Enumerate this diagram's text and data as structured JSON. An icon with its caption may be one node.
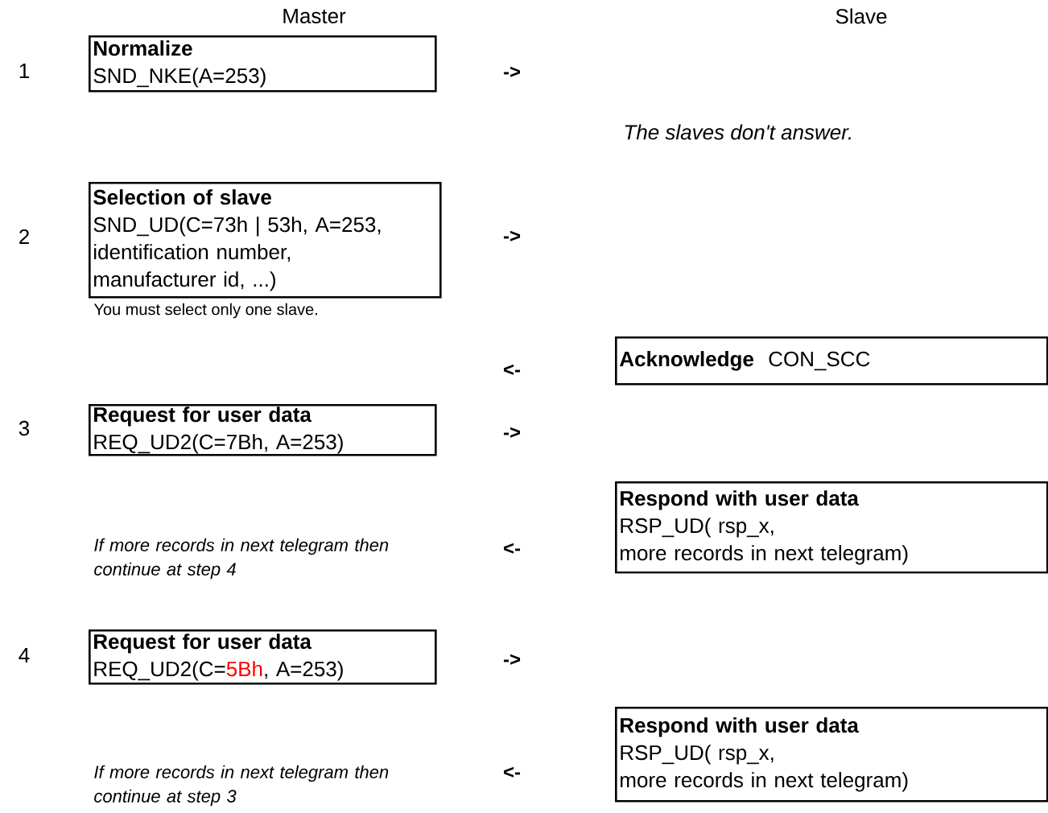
{
  "diagram": {
    "nodes": [
      {
        "text": [
          "Normalize",
          "SND_NKE(A=253)"
        ]
      },
      {
        "text": [
          "Selection of slave",
          "SND_UD(C=73h | 53h, A=253, identification number, manufacturer id, ...)"
        ],
        "beside": [
          "You must select only one slave."
        ]
      },
      {
        "text": [
          "Acknowledge",
          "CON_SCC"
        ]
      },
      {
        "text": [
          "Request for user data",
          "REQ_UD2(C=7Bh, A=253)"
        ]
      },
      {
        "text": [
          "Respond with user data",
          "RSP_UD( rsp_x,",
          "more records in next telegram)"
        ]
      },
      {
        "text": [
          "Request for user data",
          "REQ_UD2(C=",
          "5Bh",
          ", A=253)"
        ]
      },
      {
        "text": [
          "Respond with user data",
          "RSP_UD( rsp_x,",
          "more records in next telegram)"
        ]
      }
    ],
    "labels": [
      "Master",
      "Slave",
      "1",
      "->",
      "The slaves don't answer.",
      "2",
      "->",
      "<-",
      "3",
      "->",
      "If more records in next telegram then continue at step 4",
      "<-",
      "4",
      "->",
      "If more records in next telegram then continue at step 3",
      "<-"
    ]
  }
}
